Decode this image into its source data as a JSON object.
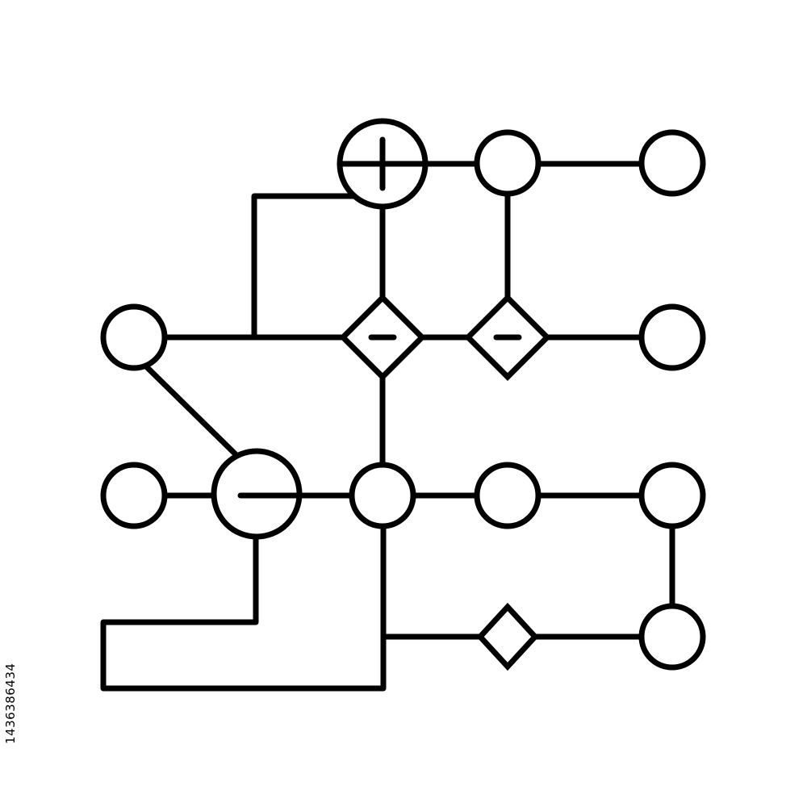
{
  "diagram": {
    "ink_color": "#000000",
    "background_color": "#ffffff",
    "node_shapes": [
      "circle",
      "diamond"
    ],
    "operator_symbols": [
      "plus",
      "minus"
    ]
  },
  "watermark": {
    "id_text": "1436386434"
  }
}
